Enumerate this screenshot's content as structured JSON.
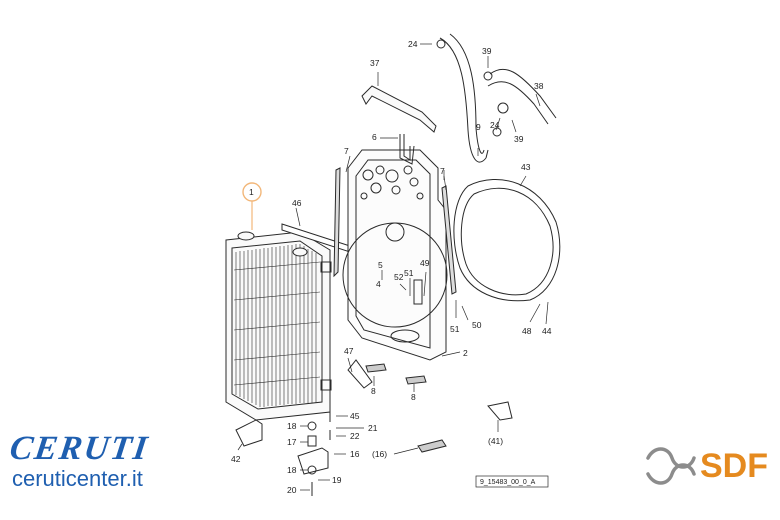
{
  "diagram": {
    "drawing_code": "9_15483_00_0_A",
    "callouts": [
      {
        "id": "c1",
        "label": "1"
      },
      {
        "id": "c2",
        "label": "2"
      },
      {
        "id": "c4",
        "label": "4"
      },
      {
        "id": "c5",
        "label": "5"
      },
      {
        "id": "c6",
        "label": "6"
      },
      {
        "id": "c7a",
        "label": "7"
      },
      {
        "id": "c7b",
        "label": "7"
      },
      {
        "id": "c8a",
        "label": "8"
      },
      {
        "id": "c8b",
        "label": "8"
      },
      {
        "id": "c9",
        "label": "9"
      },
      {
        "id": "c16",
        "label": "16"
      },
      {
        "id": "c16p",
        "label": "(16)"
      },
      {
        "id": "c17",
        "label": "17"
      },
      {
        "id": "c18a",
        "label": "18"
      },
      {
        "id": "c18b",
        "label": "18"
      },
      {
        "id": "c19",
        "label": "19"
      },
      {
        "id": "c20",
        "label": "20"
      },
      {
        "id": "c21",
        "label": "21"
      },
      {
        "id": "c22",
        "label": "22"
      },
      {
        "id": "c24a",
        "label": "24"
      },
      {
        "id": "c24b",
        "label": "24"
      },
      {
        "id": "c37",
        "label": "37"
      },
      {
        "id": "c38",
        "label": "38"
      },
      {
        "id": "c39a",
        "label": "39"
      },
      {
        "id": "c39b",
        "label": "39"
      },
      {
        "id": "c41p",
        "label": "(41)"
      },
      {
        "id": "c42",
        "label": "42"
      },
      {
        "id": "c43",
        "label": "43"
      },
      {
        "id": "c44",
        "label": "44"
      },
      {
        "id": "c45",
        "label": "45"
      },
      {
        "id": "c46",
        "label": "46"
      },
      {
        "id": "c47",
        "label": "47"
      },
      {
        "id": "c48",
        "label": "48"
      },
      {
        "id": "c49",
        "label": "49"
      },
      {
        "id": "c50",
        "label": "50"
      },
      {
        "id": "c51a",
        "label": "51"
      },
      {
        "id": "c51b",
        "label": "51"
      },
      {
        "id": "c52",
        "label": "52"
      }
    ]
  },
  "branding": {
    "ceruti_logo": "CERUTI",
    "ceruti_url": "ceruticenter.it",
    "sdf_logo": "SDF"
  },
  "colors": {
    "line": "#2a2a2a",
    "highlight_circle": "#f2b77a",
    "ceruti_blue": "#1f5fb0",
    "sdf_orange": "#e58a1f",
    "sdf_grey": "#8c8c8c"
  }
}
